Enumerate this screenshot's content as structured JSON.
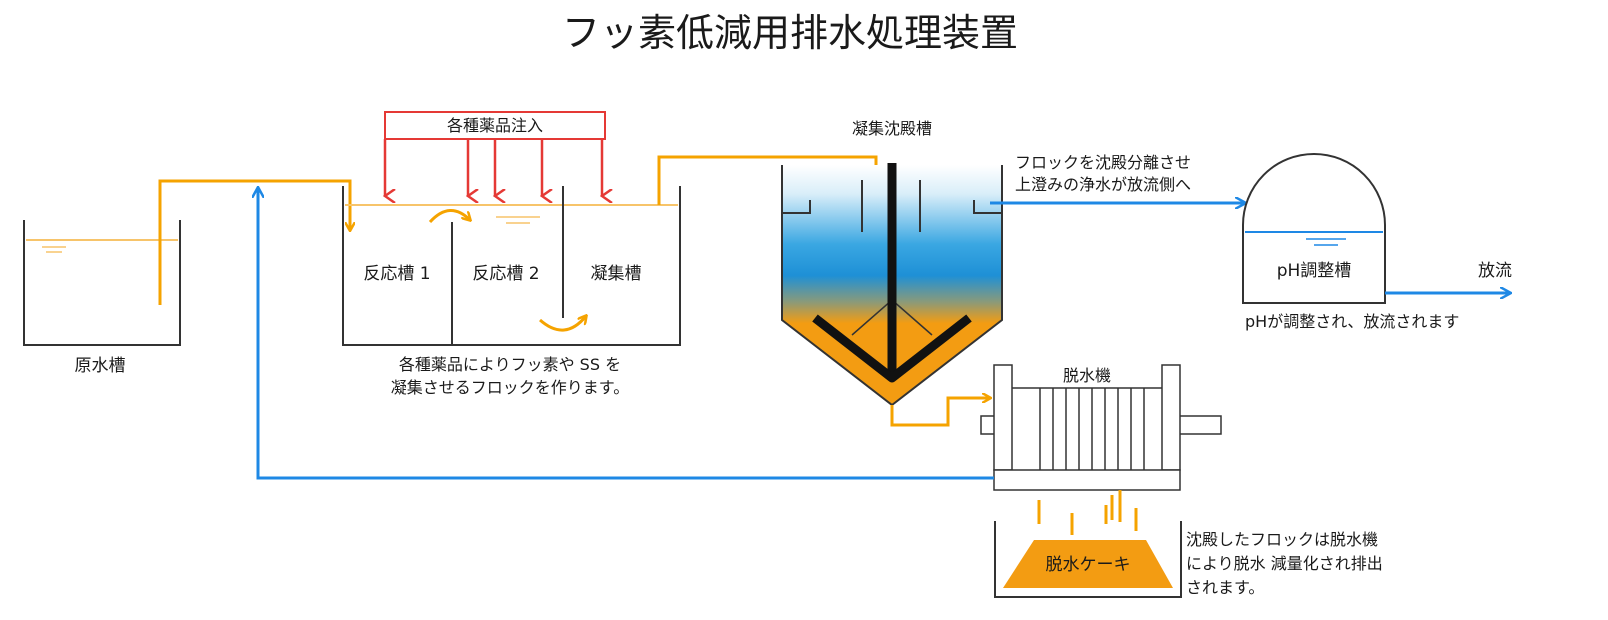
{
  "title": "フッ素低減用排水処理装置",
  "labels": {
    "raw_tank": "原水槽",
    "chem_injection": "各種薬品注入",
    "reaction_tank_1": "反応槽 1",
    "reaction_tank_2": "反応槽 2",
    "flocculation_tank": "凝集槽",
    "settling_tank": "凝集沈殿槽",
    "ph_tank": "pH調整槽",
    "dehydrator": "脱水機",
    "cake": "脱水ケーキ",
    "discharge": "放流"
  },
  "notes": {
    "reaction": [
      "各種薬品によりフッ素や SS を",
      "凝集させるフロックを作ります。"
    ],
    "settling": [
      "フロックを沈殿分離させ",
      "上澄みの浄水が放流側へ"
    ],
    "ph": [
      "pHが調整され、放流されます"
    ],
    "dehydrator": [
      "沈殿したフロックは脱水機",
      "により脱水 減量化され排出",
      "されます。"
    ]
  },
  "colors": {
    "sludge_flow": "#f5a300",
    "water_flow": "#1e88e5",
    "chemical": "#e53935",
    "tank_outline": "#333333",
    "sludge": "#f39c12",
    "water_top": "#dff0fa",
    "water_mid": "#1e90d6",
    "agitator": "#111111"
  }
}
